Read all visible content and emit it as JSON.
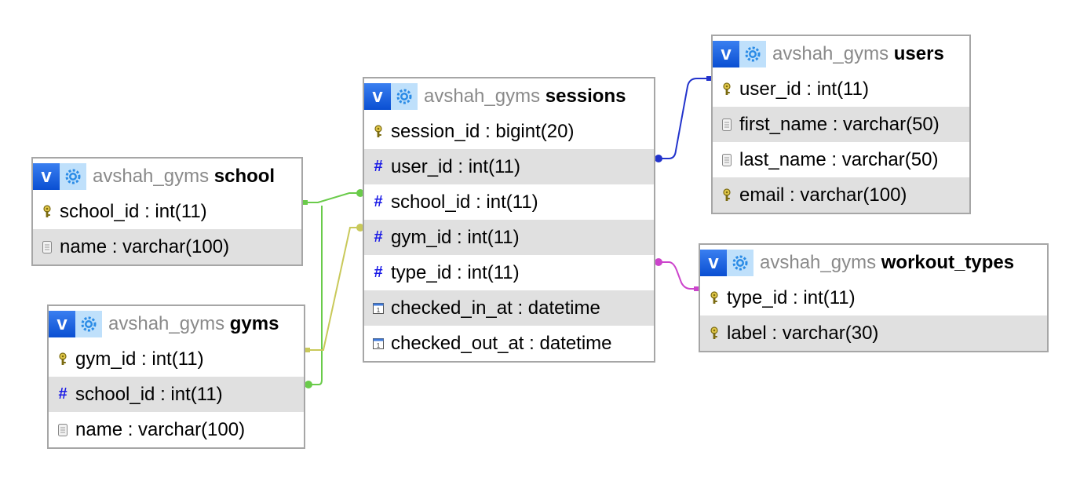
{
  "database": "avshah_gyms",
  "tables": {
    "school": {
      "name": "school",
      "columns": [
        {
          "text": "school_id : int(11)",
          "icon": "key-icon"
        },
        {
          "text": "name : varchar(100)",
          "icon": "text-field-icon"
        }
      ]
    },
    "gyms": {
      "name": "gyms",
      "columns": [
        {
          "text": "gym_id : int(11)",
          "icon": "key-icon"
        },
        {
          "text": "school_id : int(11)",
          "icon": "number-field-icon"
        },
        {
          "text": "name : varchar(100)",
          "icon": "text-field-icon"
        }
      ]
    },
    "sessions": {
      "name": "sessions",
      "columns": [
        {
          "text": "session_id : bigint(20)",
          "icon": "key-icon"
        },
        {
          "text": "user_id : int(11)",
          "icon": "number-field-icon"
        },
        {
          "text": "school_id : int(11)",
          "icon": "number-field-icon"
        },
        {
          "text": "gym_id : int(11)",
          "icon": "number-field-icon"
        },
        {
          "text": "type_id : int(11)",
          "icon": "number-field-icon"
        },
        {
          "text": "checked_in_at : datetime",
          "icon": "calendar-icon"
        },
        {
          "text": "checked_out_at : datetime",
          "icon": "calendar-icon"
        }
      ]
    },
    "users": {
      "name": "users",
      "columns": [
        {
          "text": "user_id : int(11)",
          "icon": "key-icon"
        },
        {
          "text": "first_name : varchar(50)",
          "icon": "text-field-icon"
        },
        {
          "text": "last_name : varchar(50)",
          "icon": "text-field-icon"
        },
        {
          "text": "email : varchar(100)",
          "icon": "key-icon"
        }
      ]
    },
    "workout_types": {
      "name": "workout_types",
      "columns": [
        {
          "text": "type_id : int(11)",
          "icon": "key-icon"
        },
        {
          "text": "label : varchar(30)",
          "icon": "key-icon"
        }
      ]
    }
  },
  "relations": [
    {
      "from": "sessions.user_id",
      "to": "users.user_id",
      "color": "#2233cc"
    },
    {
      "from": "sessions.school_id",
      "to": "school.school_id",
      "color": "#6acb4a"
    },
    {
      "from": "gyms.school_id",
      "to": "school.school_id",
      "color": "#6acb4a"
    },
    {
      "from": "sessions.gym_id",
      "to": "gyms.gym_id",
      "color": "#c9c95a"
    },
    {
      "from": "sessions.type_id",
      "to": "workout_types.type_id",
      "color": "#cc44cc"
    }
  ]
}
